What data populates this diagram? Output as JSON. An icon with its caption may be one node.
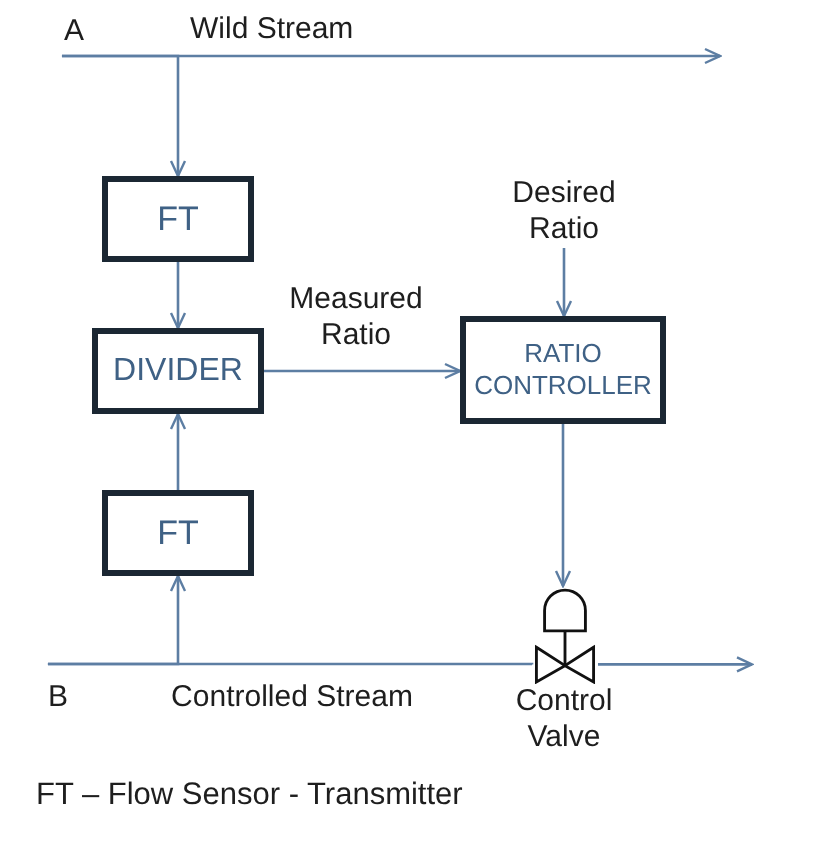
{
  "diagram": {
    "nodes": [
      {
        "text": [
          "A"
        ]
      },
      {
        "text": [
          "FT"
        ]
      },
      {
        "text": [
          "Desired Ratio"
        ]
      },
      {
        "text": [
          "DIVIDER"
        ]
      },
      {
        "text": [
          "RATIO CONTROLLER"
        ]
      },
      {
        "text": [
          "FT"
        ]
      },
      {
        "text": [
          "B"
        ]
      },
      {
        "text": [],
        "shape": "valve",
        "beside": [
          "Control Valve"
        ]
      }
    ],
    "edges": [
      {
        "from": 0,
        "to": null,
        "arrow": "to",
        "label": "Wild Stream"
      },
      {
        "from": 0,
        "to": 1,
        "arrow": "to"
      },
      {
        "from": 1,
        "to": 3,
        "arrow": "to"
      },
      {
        "from": 5,
        "to": 3,
        "arrow": "to"
      },
      {
        "from": 6,
        "to": 5,
        "arrow": "to"
      },
      {
        "from": 3,
        "to": 4,
        "arrow": "to",
        "label": "Measured Ratio"
      },
      {
        "from": 2,
        "to": 4,
        "arrow": "to"
      },
      {
        "from": 4,
        "to": 7,
        "arrow": "to"
      },
      {
        "from": 6,
        "to": 7,
        "arrow": "none",
        "label": "Controlled Stream"
      },
      {
        "from": 7,
        "to": null,
        "arrow": "to"
      }
    ],
    "labels": [
      "FT – Flow Sensor - Transmitter"
    ]
  }
}
